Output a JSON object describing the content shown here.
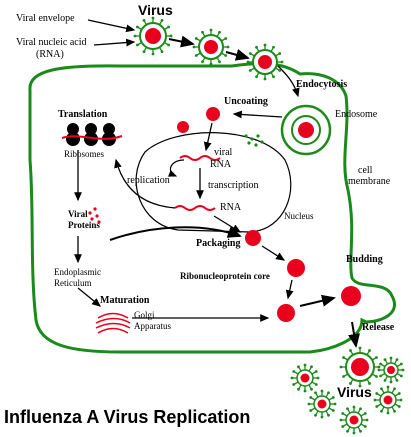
{
  "title": "Influenza A Virus Replication",
  "labels": {
    "virus_top": "Virus",
    "viral_envelope": "Viral envelope",
    "viral_nucleic_acid": "Viral nucleic acid",
    "rna_paren": "(RNA)",
    "endocytosis": "Endocytosis",
    "uncoating": "Uncoating",
    "endosome": "Endosome",
    "cell": "cell",
    "membrane": "membrane",
    "translation": "Translation",
    "ribosomes": "Ribosomes",
    "viral_rna_1": "viral",
    "viral_rna_2": "RNA",
    "replication": "replication",
    "transcription": "transcription",
    "rna": "RNA",
    "nucleus": "Nucleus",
    "viral_proteins_1": "Viral",
    "viral_proteins_2": "Proteins",
    "packaging": "Packaging",
    "ribonucleoprotein_core": "Ribonucleoprotein core",
    "budding": "Budding",
    "er_1": "Endoplasmic",
    "er_2": "Reticulum",
    "maturation": "Maturation",
    "golgi": "Golgi",
    "apparatus": "Apparatus",
    "release": "Release",
    "virus_bottom": "Virus"
  },
  "colors": {
    "membrane": "#1a8a1a",
    "virion_red": "#e8001c",
    "rna_red": "#e8001c",
    "ink": "#000000"
  },
  "icons": {
    "virion": "virus-particle-icon",
    "ribosome": "ribosome-icon",
    "golgi": "golgi-apparatus-icon"
  }
}
